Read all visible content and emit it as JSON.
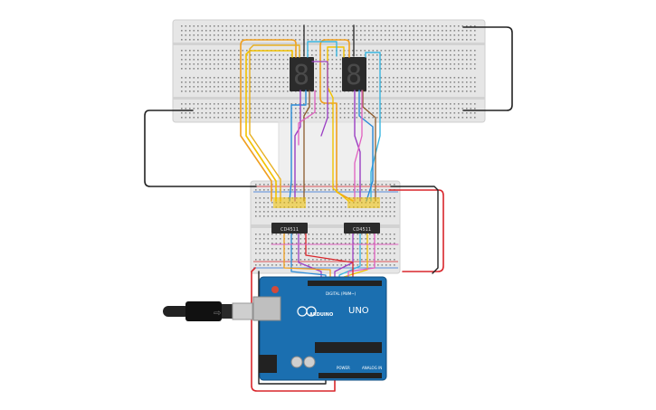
{
  "circuit": {
    "display_left": {
      "glyph": "8",
      "segment_color": "#444444"
    },
    "display_right": {
      "glyph": "8",
      "segment_color": "#444444"
    },
    "ic_left": {
      "label": "CD4511"
    },
    "ic_right": {
      "label": "CD4511"
    },
    "arduino": {
      "brand": "ARDUINO",
      "model": "UNO",
      "digital_label": "DIGITAL (PWM~)",
      "power_label": "POWER",
      "analog_label": "ANALOG IN",
      "board_color": "#1b6fb0"
    },
    "usb_cable": {
      "plug_color": "#222222"
    },
    "colors": {
      "breadboard": "#e9e9e9",
      "breadboard_dark": "#d6d6d6",
      "hole": "#7a7a7a",
      "wire_black": "#222222",
      "wire_red": "#d9262b",
      "wire_orange": "#f0a020",
      "wire_yellow": "#f2c200",
      "wire_purple": "#9b3fc4",
      "wire_blue": "#2a8ad8",
      "wire_cyan": "#38b6e0",
      "wire_brown": "#8a5a2b",
      "wire_pink": "#e060c0",
      "wire_gray": "#8a8a8a"
    }
  }
}
